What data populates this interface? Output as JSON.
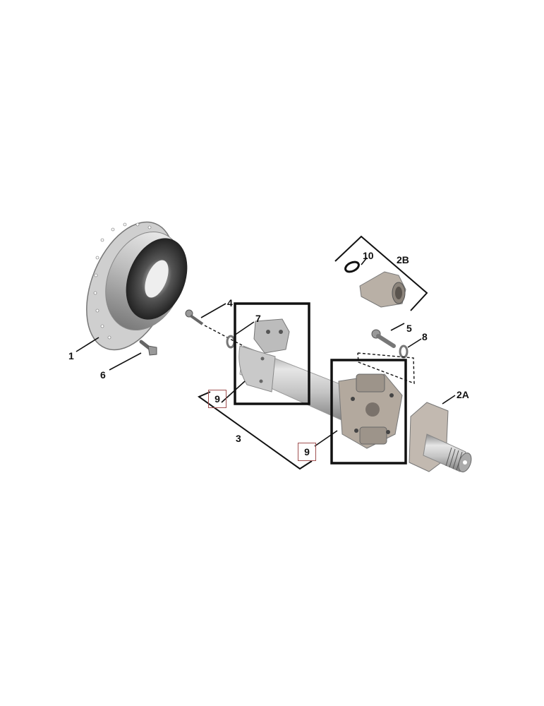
{
  "diagram": {
    "type": "exploded-parts-view",
    "subject": "drive shaft assembly",
    "colors": {
      "background": "#ffffff",
      "leader": "#111111",
      "highlight_box": "#111111",
      "callout_box": "#a05050",
      "part_metal": "#b8b8b8"
    },
    "parts": [
      {
        "id": "1",
        "label": "1",
        "name": "flywheel housing / coupling drum"
      },
      {
        "id": "2A",
        "label": "2A",
        "name": "output flange yoke with splined shaft"
      },
      {
        "id": "2B",
        "label": "2B",
        "name": "slip yoke"
      },
      {
        "id": "3",
        "label": "3",
        "name": "drive shaft assembly"
      },
      {
        "id": "4",
        "label": "4",
        "name": "bolt"
      },
      {
        "id": "5",
        "label": "5",
        "name": "bolt"
      },
      {
        "id": "6",
        "label": "6",
        "name": "flange bolt"
      },
      {
        "id": "7",
        "label": "7",
        "name": "washer"
      },
      {
        "id": "8",
        "label": "8",
        "name": "washer"
      },
      {
        "id": "9a",
        "label": "9",
        "name": "universal joint (front)",
        "boxed": true
      },
      {
        "id": "9b",
        "label": "9",
        "name": "universal joint (rear)",
        "boxed": true
      },
      {
        "id": "10",
        "label": "10",
        "name": "o-ring"
      }
    ]
  }
}
